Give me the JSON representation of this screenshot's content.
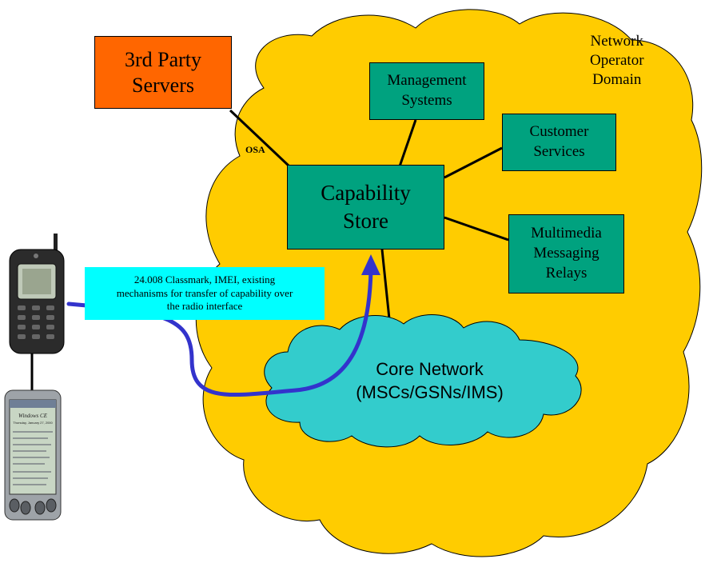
{
  "colors": {
    "cloud_fill": "#ffcc00",
    "core_cloud_fill": "#33cccc",
    "teal_box": "#00a27f",
    "third_party": "#ff6600",
    "annotation_bg": "#00ffff",
    "arrow": "#3333cc"
  },
  "domain": {
    "label_line1": "Network",
    "label_line2": "Operator",
    "label_line3": "Domain"
  },
  "third_party": {
    "line1": "3rd Party",
    "line2": "Servers"
  },
  "osa_label": "OSA",
  "management": {
    "line1": "Management",
    "line2": "Systems"
  },
  "customer": {
    "line1": "Customer",
    "line2": "Services"
  },
  "capability": {
    "line1": "Capability",
    "line2": "Store"
  },
  "multimedia": {
    "line1": "Multimedia",
    "line2": "Messaging",
    "line3": "Relays"
  },
  "core": {
    "line1": "Core Network",
    "line2": "(MSCs/GSNs/IMS)"
  },
  "annotation": {
    "line1": "24.008 Classmark, IMEI, existing",
    "line2": "mechanisms for transfer of capability over",
    "line3": "the radio interface"
  },
  "devices": {
    "phone_icon": "mobile-phone-icon",
    "pda_icon": "pda-icon"
  },
  "pda_screen": {
    "title": "Windows CE",
    "date": "Thursday, January 27, 2000"
  }
}
